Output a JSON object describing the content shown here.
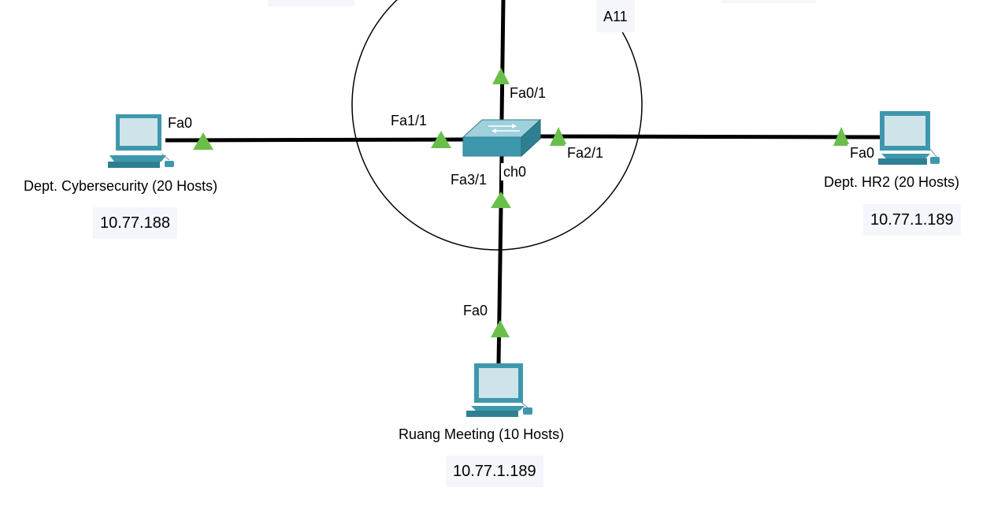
{
  "colors": {
    "link": "#000000",
    "port_up": "#6abf4b",
    "device_teal": "#3e98ad",
    "device_light": "#cfe4ea",
    "label_bg": "#f4f6fb"
  },
  "switch": {
    "icon": "switch-icon"
  },
  "area_label": "A11",
  "ports": {
    "top": "Fa0/1",
    "left": "Fa1/1",
    "right": "Fa2/1",
    "bottom": "Fa3/1",
    "bottom_extra": "ch0"
  },
  "hosts": {
    "left": {
      "name": "Dept. Cybersecurity (20 Hosts)",
      "port": "Fa0",
      "ip": "10.77.188",
      "icon": "pc-icon"
    },
    "right": {
      "name": "Dept. HR2 (20 Hosts)",
      "port": "Fa0",
      "ip": "10.77.1.189",
      "icon": "pc-icon"
    },
    "bottom": {
      "name": "Ruang Meeting (10 Hosts)",
      "port": "Fa0",
      "ip": "10.77.1.189",
      "icon": "pc-icon"
    }
  }
}
